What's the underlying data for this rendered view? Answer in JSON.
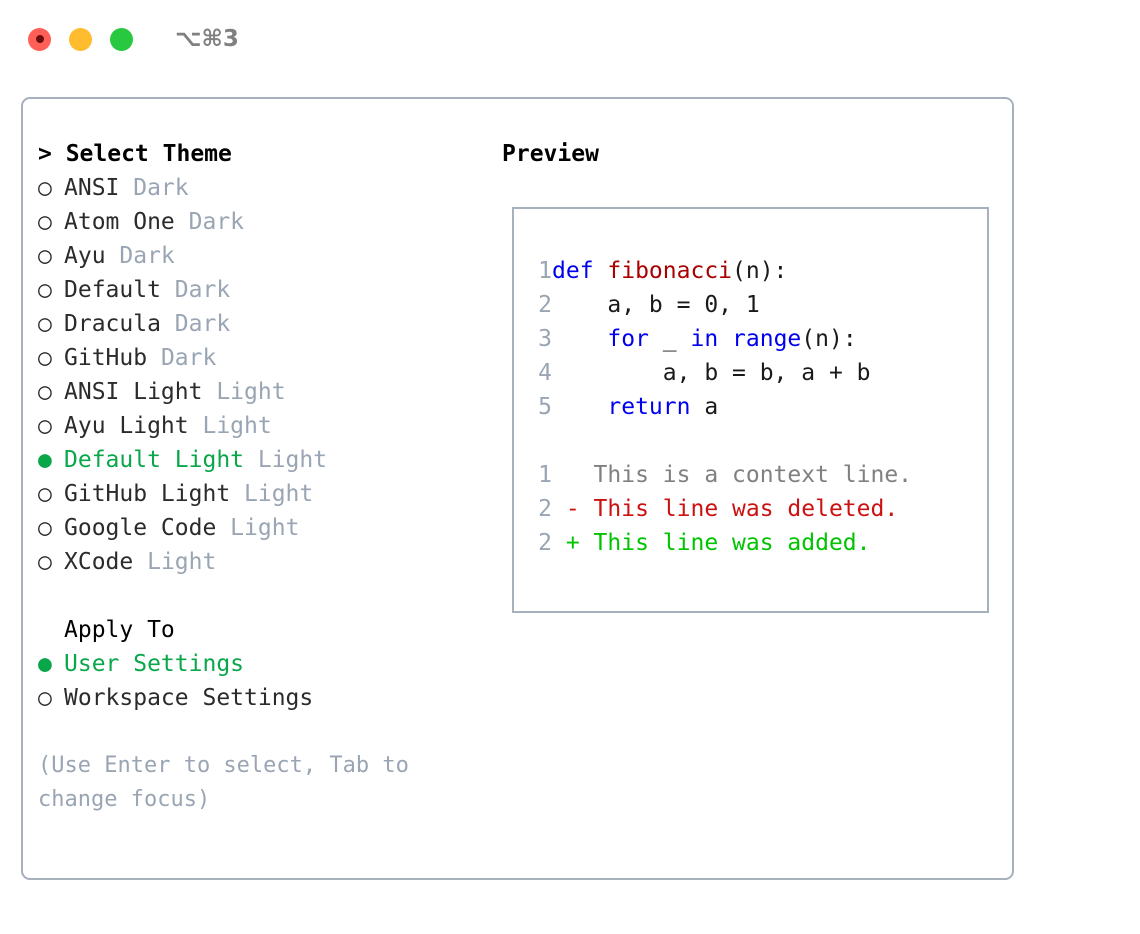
{
  "titlebar": {
    "lights": [
      {
        "name": "close-button",
        "color": "#ff5f57"
      },
      {
        "name": "minimize-button",
        "color": "#febc2e"
      },
      {
        "name": "maximize-button",
        "color": "#28c840"
      }
    ],
    "shortcut": "⌥⌘3"
  },
  "theme_picker": {
    "header": "> Select Theme",
    "marker_unselected": "○",
    "marker_selected": "●",
    "accent_color": "#0aa64a",
    "category_color": "#9aa5b4",
    "items": [
      {
        "marker": "○",
        "name": "ANSI",
        "category": "Dark",
        "selected": false
      },
      {
        "marker": "○",
        "name": "Atom One",
        "category": "Dark",
        "selected": false
      },
      {
        "marker": "○",
        "name": "Ayu",
        "category": "Dark",
        "selected": false
      },
      {
        "marker": "○",
        "name": "Default",
        "category": "Dark",
        "selected": false
      },
      {
        "marker": "○",
        "name": "Dracula",
        "category": "Dark",
        "selected": false
      },
      {
        "marker": "○",
        "name": "GitHub",
        "category": "Dark",
        "selected": false
      },
      {
        "marker": "○",
        "name": "ANSI Light",
        "category": "Light",
        "selected": false
      },
      {
        "marker": "○",
        "name": "Ayu Light",
        "category": "Light",
        "selected": false
      },
      {
        "marker": "●",
        "name": "Default Light",
        "category": "Light",
        "selected": true
      },
      {
        "marker": "○",
        "name": "GitHub Light",
        "category": "Light",
        "selected": false
      },
      {
        "marker": "○",
        "name": "Google Code",
        "category": "Light",
        "selected": false
      },
      {
        "marker": "○",
        "name": "XCode",
        "category": "Light",
        "selected": false
      }
    ]
  },
  "apply_to": {
    "title": "Apply To",
    "items": [
      {
        "marker": "●",
        "label": "User Settings",
        "selected": true
      },
      {
        "marker": "○",
        "label": "Workspace Settings",
        "selected": false
      }
    ]
  },
  "hint": "(Use Enter to select, Tab to change focus)",
  "preview": {
    "title": "Preview",
    "code_lines": [
      {
        "no": "1",
        "tokens": [
          {
            "t": "def ",
            "c": "kw"
          },
          {
            "t": "fibonacci",
            "c": "fn"
          },
          {
            "t": "(n):",
            "c": "plain"
          }
        ]
      },
      {
        "no": "2",
        "tokens": [
          {
            "t": "    a, b = 0, 1",
            "c": "plain"
          }
        ]
      },
      {
        "no": "3",
        "tokens": [
          {
            "t": "    ",
            "c": "plain"
          },
          {
            "t": "for",
            "c": "kw"
          },
          {
            "t": " _ ",
            "c": "plain"
          },
          {
            "t": "in",
            "c": "kw"
          },
          {
            "t": " ",
            "c": "plain"
          },
          {
            "t": "range",
            "c": "kw"
          },
          {
            "t": "(n):",
            "c": "plain"
          }
        ]
      },
      {
        "no": "4",
        "tokens": [
          {
            "t": "        a, b = b, a + b",
            "c": "plain"
          }
        ]
      },
      {
        "no": "5",
        "tokens": [
          {
            "t": "    ",
            "c": "plain"
          },
          {
            "t": "return",
            "c": "kw"
          },
          {
            "t": " a",
            "c": "plain"
          }
        ]
      }
    ],
    "diff_lines": [
      {
        "no": "1",
        "tokens": [
          {
            "t": "   This is a context line.",
            "c": "ctx"
          }
        ]
      },
      {
        "no": "2",
        "tokens": [
          {
            "t": " - This line was deleted.",
            "c": "del"
          }
        ]
      },
      {
        "no": "2",
        "tokens": [
          {
            "t": " + This line was added.",
            "c": "add"
          }
        ]
      }
    ]
  }
}
